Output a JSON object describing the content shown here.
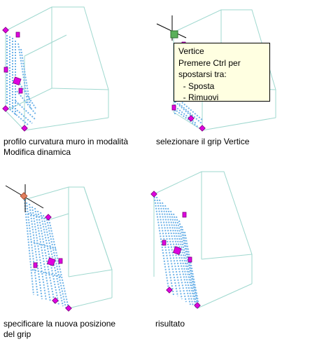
{
  "colors": {
    "wireframe": "#9fd8cf",
    "hatch": "#6fb3e8",
    "grip": "#e000e0",
    "grip_outline": "#7a007a",
    "selected_grip": "#5ab05a",
    "tooltip_bg": "#ffffe1"
  },
  "panels": [
    {
      "caption": "profilo curvatura muro in modalità\nModifica dinamica"
    },
    {
      "caption": "selezionare il grip Vertice"
    },
    {
      "caption": "specificare la nuova posizione\ndel grip"
    },
    {
      "caption": "risultato"
    }
  ],
  "tooltip": {
    "lines": [
      "Vertice",
      "Premere Ctrl per",
      "spostarsi tra:",
      "  - Sposta",
      "  - Rimuovi"
    ]
  },
  "icons": {
    "crosshair": "crosshair-cursor-icon",
    "grip": "grip-handle-icon"
  }
}
